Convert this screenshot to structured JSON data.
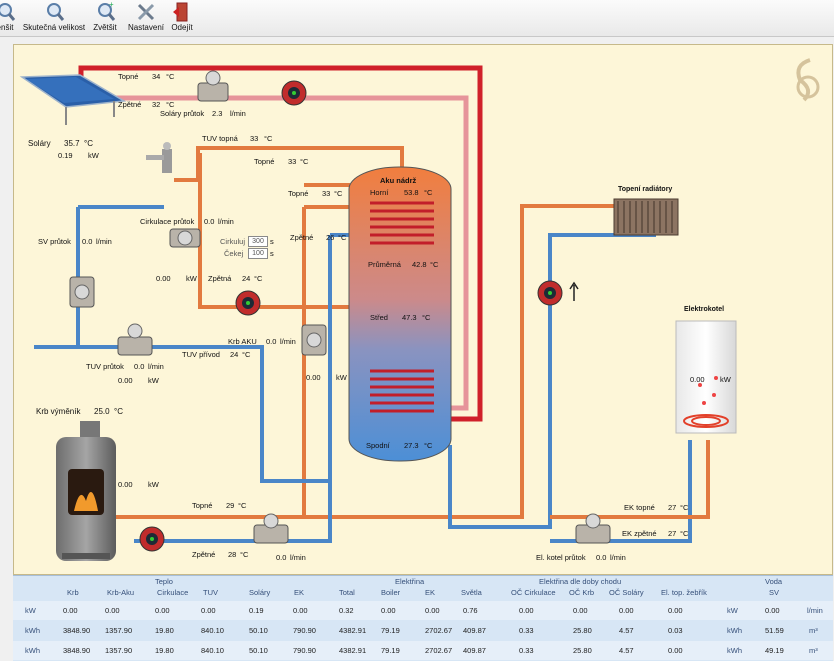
{
  "toolbar": {
    "items": [
      {
        "label": "enšit",
        "icon": "zoom-out-icon"
      },
      {
        "label": "Skutečná velikost",
        "icon": "zoom-actual-icon"
      },
      {
        "label": "Zvětšit",
        "icon": "zoom-in-icon"
      },
      {
        "label": "Nastavení",
        "icon": "settings-icon"
      },
      {
        "label": "Odejít",
        "icon": "exit-icon"
      }
    ]
  },
  "colors": {
    "hot": "#d0202a",
    "warm": "#e27a3f",
    "cold": "#4a86c8",
    "return_pink": "#e6949a"
  },
  "solar": {
    "name": "Soláry",
    "temp": "35.7",
    "unit": "°C",
    "power": "0.19",
    "power_unit": "kW",
    "topne_label": "Topné",
    "topne_temp": "34",
    "zpetne_label": "Zpětné",
    "zpetne_temp": "32",
    "flow_label": "Soláry průtok",
    "flow": "2.3",
    "flow_unit": "l/min"
  },
  "tuv": {
    "topne_label": "TUV topná",
    "topne_temp": "33",
    "topne2_label": "Topné",
    "topne2_temp": "33",
    "topne3_label": "Topné",
    "topne3_temp": "33",
    "zpetne_label": "Zpětné",
    "zpetne_temp": "26",
    "cirk_label": "Cirkulace průtok",
    "cirk_flow": "0.0",
    "cirk_unit": "l/min",
    "cirkuluj_label": "Cirkuluj",
    "cirkuluj_val": "300",
    "cekej_label": "Čekej",
    "cekej_val": "100",
    "sec": "s",
    "power": "0.00",
    "power_unit": "kW",
    "zpetna_label": "Zpětná",
    "zpetna_temp": "24",
    "prutok_label": "TUV průtok",
    "prutok": "0.0",
    "prutok_unit": "l/min",
    "prutok_power": "0.00",
    "privod_label": "TUV přívod",
    "privod_temp": "24"
  },
  "sv": {
    "label": "SV průtok",
    "flow": "0.0",
    "unit": "l/min"
  },
  "tank": {
    "title": "Aku nádrž",
    "horni_label": "Horní",
    "horni": "53.8",
    "prumerna_label": "Průměrná",
    "prumerna": "42.8",
    "stred_label": "Střed",
    "stred": "47.3",
    "spodni_label": "Spodní",
    "spodni": "27.3",
    "unit": "°C"
  },
  "krb_aku": {
    "label": "Krb AKU",
    "flow": "0.0",
    "unit": "l/min",
    "power": "0.00",
    "power_unit": "kW"
  },
  "krb": {
    "label": "Krb výměník",
    "temp": "25.0",
    "unit": "°C",
    "power": "0.00",
    "power_unit": "kW",
    "topne_label": "Topné",
    "topne_temp": "29",
    "zpetne_label": "Zpětné",
    "zpetne_temp": "28",
    "flow": "0.0",
    "flow_unit": "l/min"
  },
  "radiator": {
    "label": "Topení radiátory"
  },
  "ek": {
    "label": "Elektrokotel",
    "power": "0.00",
    "power_unit": "kW",
    "topne_label": "EK topné",
    "topne_temp": "27",
    "zpetne_label": "EK zpětné",
    "zpetne_temp": "27",
    "flow_label": "El. kotel průtok",
    "flow": "0.0",
    "flow_unit": "l/min"
  },
  "deg": "°C",
  "table": {
    "groups": [
      "Teplo",
      "Elektřina",
      "Elektřina dle doby chodu",
      "Voda"
    ],
    "columns": [
      "Krb",
      "Krb-Aku",
      "Cirkulace",
      "TUV",
      "Soláry",
      "EK",
      "Total",
      "Boiler",
      "EK",
      "Světla",
      "OČ Cirkulace",
      "OČ Krb",
      "OČ Soláry",
      "El. top. žebřík",
      "SV"
    ],
    "rows": [
      {
        "unit": "kW",
        "values": [
          "0.00",
          "0.00",
          "0.00",
          "0.00",
          "0.19",
          "0.00",
          "0.32",
          "0.00",
          "0.00",
          "0.76",
          "0.00",
          "0.00",
          "0.00",
          "0.00"
        ],
        "unit2": "kW",
        "sv": "0.00",
        "sv_unit": "l/min"
      },
      {
        "unit": "kWh",
        "values": [
          "3848.90",
          "1357.90",
          "19.80",
          "840.10",
          "50.10",
          "790.90",
          "4382.91",
          "79.19",
          "2702.67",
          "409.87",
          "0.33",
          "25.80",
          "4.57",
          "0.03"
        ],
        "unit2": "kWh",
        "sv": "51.59",
        "sv_unit": "m³"
      },
      {
        "unit": "kWh",
        "values": [
          "3848.90",
          "1357.90",
          "19.80",
          "840.10",
          "50.10",
          "790.90",
          "4382.91",
          "79.19",
          "2702.67",
          "409.87",
          "0.33",
          "25.80",
          "4.57",
          "0.00"
        ],
        "unit2": "kWh",
        "sv": "49.19",
        "sv_unit": "m³"
      }
    ]
  }
}
